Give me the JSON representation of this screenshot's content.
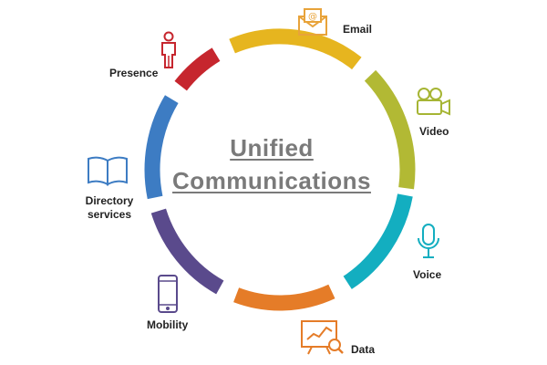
{
  "title": {
    "line1": "Unified",
    "line2": "Communications"
  },
  "segments": [
    {
      "label_line1": "Email",
      "label_line2": "",
      "icon": "email-icon",
      "color": "#E6B51F"
    },
    {
      "label_line1": "Video",
      "label_line2": "",
      "icon": "video-camera-icon",
      "color": "#B2B934"
    },
    {
      "label_line1": "Voice",
      "label_line2": "",
      "icon": "microphone-icon",
      "color": "#13AEC0"
    },
    {
      "label_line1": "Data",
      "label_line2": "",
      "icon": "analytics-icon",
      "color": "#E57C28"
    },
    {
      "label_line1": "Mobility",
      "label_line2": "",
      "icon": "mobile-phone-icon",
      "color": "#5A4A8C"
    },
    {
      "label_line1": "Directory",
      "label_line2": "services",
      "icon": "book-icon",
      "color": "#3D7CC3"
    },
    {
      "label_line1": "Presence",
      "label_line2": "",
      "icon": "person-icon",
      "color": "#C6262E"
    }
  ]
}
